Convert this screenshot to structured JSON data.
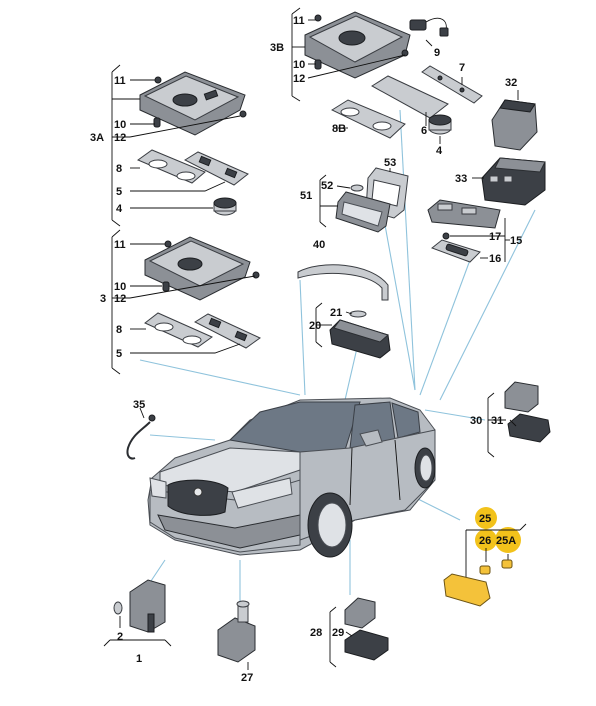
{
  "diagram": {
    "labels": {
      "l11a": "11",
      "l10a": "10",
      "l12a": "12",
      "l3A": "3A",
      "l8a": "8",
      "l5a": "5",
      "l4a": "4",
      "l11b": "11",
      "l10b": "10",
      "l12b": "12",
      "l3": "3",
      "l8b": "8",
      "l5b": "5",
      "l11c": "11",
      "l3B": "3B",
      "l10c": "10",
      "l12c": "12",
      "l9": "9",
      "l7": "7",
      "l32": "32",
      "l8B": "8B",
      "l6": "6",
      "l4b": "4",
      "l53": "53",
      "l52": "52",
      "l51": "51",
      "l33": "33",
      "l17": "17",
      "l15": "15",
      "l16": "16",
      "l40": "40",
      "l21": "21",
      "l20": "20",
      "l35": "35",
      "l30": "30",
      "l31": "31",
      "l25": "25",
      "l26": "26",
      "l25A": "25A",
      "l2": "2",
      "l1": "1",
      "l27": "27",
      "l28": "28",
      "l29": "29"
    },
    "highlight_color": "#f2c21b",
    "leader_color": "#8fc3dc"
  }
}
